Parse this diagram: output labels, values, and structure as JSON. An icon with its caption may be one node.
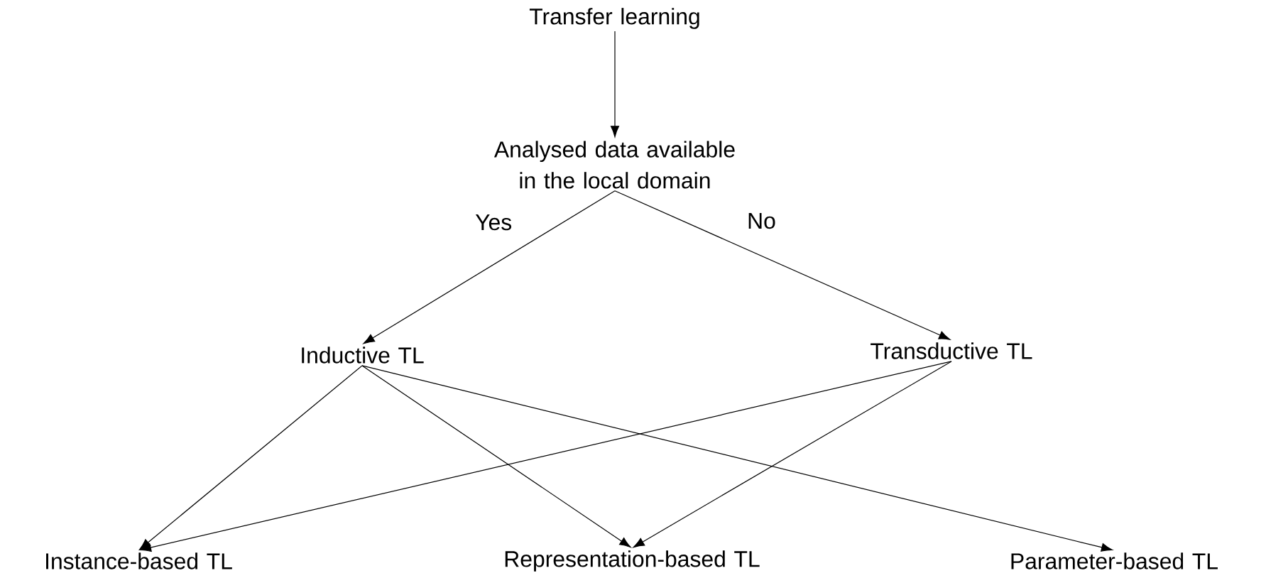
{
  "diagram": {
    "nodes": [
      {
        "text": [
          "Transfer learning"
        ]
      },
      {
        "text": [
          "Analysed data available in the local domain"
        ]
      },
      {
        "text": [
          "Inductive TL"
        ]
      },
      {
        "text": [
          "Transductive TL"
        ]
      },
      {
        "text": [
          "Instance-based TL"
        ]
      },
      {
        "text": [
          "Representation-based TL"
        ]
      },
      {
        "text": [
          "Parameter-based TL"
        ]
      }
    ],
    "edges": [
      {
        "from": 0,
        "to": 1,
        "arrow": "to"
      },
      {
        "from": 1,
        "to": 2,
        "arrow": "to",
        "label": "Yes"
      },
      {
        "from": 1,
        "to": 3,
        "arrow": "to",
        "label": "No"
      },
      {
        "from": 2,
        "to": 4,
        "arrow": "to"
      },
      {
        "from": 2,
        "to": 5,
        "arrow": "to"
      },
      {
        "from": 2,
        "to": 6,
        "arrow": "to"
      },
      {
        "from": 3,
        "to": 4,
        "arrow": "to"
      },
      {
        "from": 3,
        "to": 5,
        "arrow": "to"
      }
    ]
  }
}
